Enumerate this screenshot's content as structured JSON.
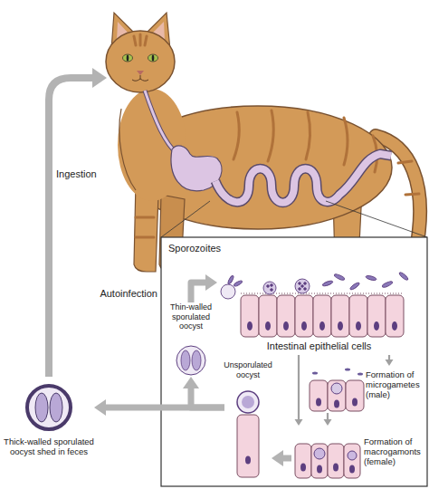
{
  "diagram": {
    "nodes": [
      {
        "text": [
          "Intestinal epithelial cells"
        ]
      },
      {
        "text": [
          "Thin-walled sporulated oocyst"
        ]
      },
      {
        "text": [
          "Unsporulated oocyst"
        ]
      },
      {
        "text": [
          "Formation of microgametes (male)"
        ]
      },
      {
        "text": [
          "Formation of macrogamonts (female)"
        ]
      },
      {
        "text": [
          "Thick-walled sporulated oocyst shed in feces"
        ]
      }
    ],
    "edges": [
      {
        "from": 0,
        "to": 3,
        "arrow": "to"
      },
      {
        "from": 0,
        "to": 4,
        "arrow": "to"
      },
      {
        "from": 3,
        "to": 4,
        "arrow": "to"
      },
      {
        "from": 4,
        "to": 2,
        "arrow": "to"
      },
      {
        "from": 2,
        "to": 5,
        "arrow": "to"
      },
      {
        "from": 2,
        "to": 1,
        "arrow": "to"
      },
      {
        "from": 1,
        "to": 0,
        "label": "Autoinfection",
        "arrow": "to"
      }
    ],
    "labels": [
      "Ingestion",
      "Sporozoites"
    ]
  }
}
